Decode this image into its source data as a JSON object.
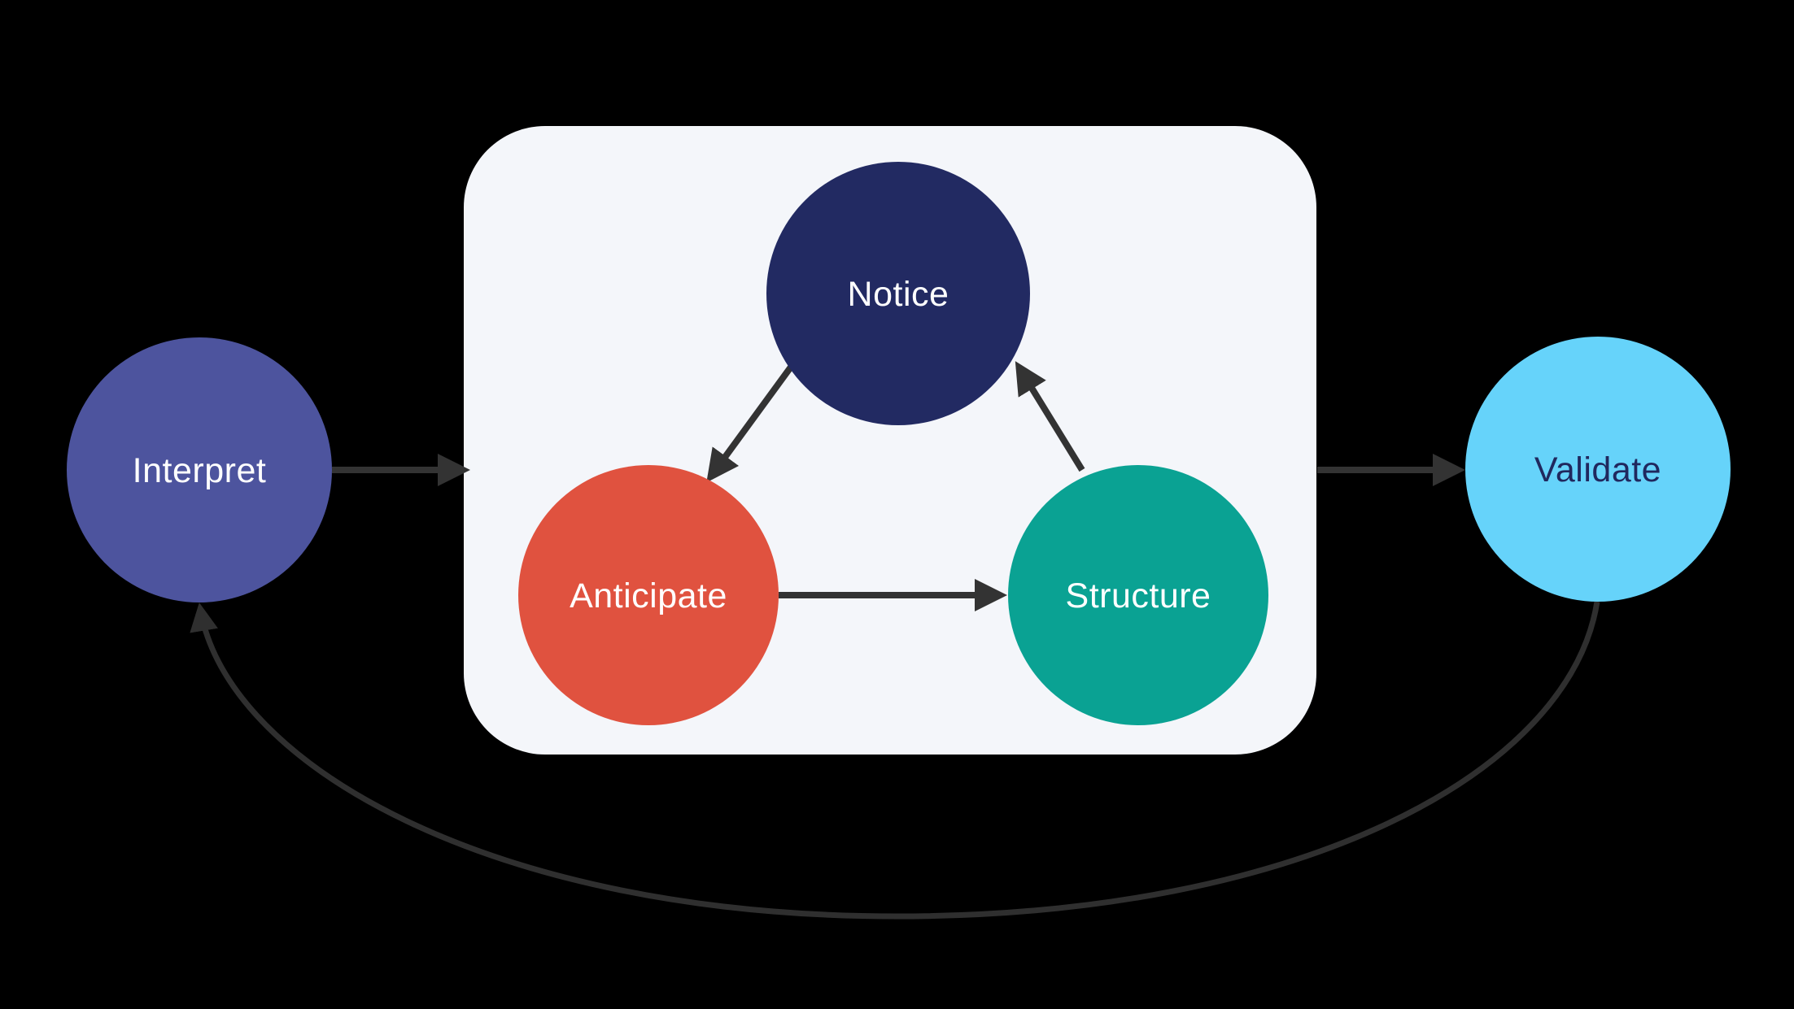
{
  "diagram": {
    "background_color": "#000000",
    "arrow_color": "#333333",
    "curve_arrow_color": "#2F2F2F",
    "inner_container": {
      "fill": "#F4F6FA"
    },
    "nodes": [
      {
        "id": "interpret",
        "label": "Interpret",
        "fill": "#4D549E",
        "text_color": "#FFFFFF"
      },
      {
        "id": "notice",
        "label": "Notice",
        "fill": "#222A62",
        "text_color": "#FFFFFF"
      },
      {
        "id": "anticipate",
        "label": "Anticipate",
        "fill": "#E0523F",
        "text_color": "#FFFFFF"
      },
      {
        "id": "structure",
        "label": "Structure",
        "fill": "#0AA293",
        "text_color": "#FFFFFF"
      },
      {
        "id": "validate",
        "label": "Validate",
        "fill": "#66D3FA",
        "text_color": "#20285E"
      }
    ],
    "edges": [
      {
        "from": "interpret",
        "to": "inner-container",
        "style": "straight"
      },
      {
        "from": "notice",
        "to": "anticipate",
        "style": "straight"
      },
      {
        "from": "anticipate",
        "to": "structure",
        "style": "straight"
      },
      {
        "from": "structure",
        "to": "notice",
        "style": "straight"
      },
      {
        "from": "inner-container",
        "to": "validate",
        "style": "straight"
      },
      {
        "from": "validate",
        "to": "interpret",
        "style": "curved-bottom"
      }
    ]
  }
}
